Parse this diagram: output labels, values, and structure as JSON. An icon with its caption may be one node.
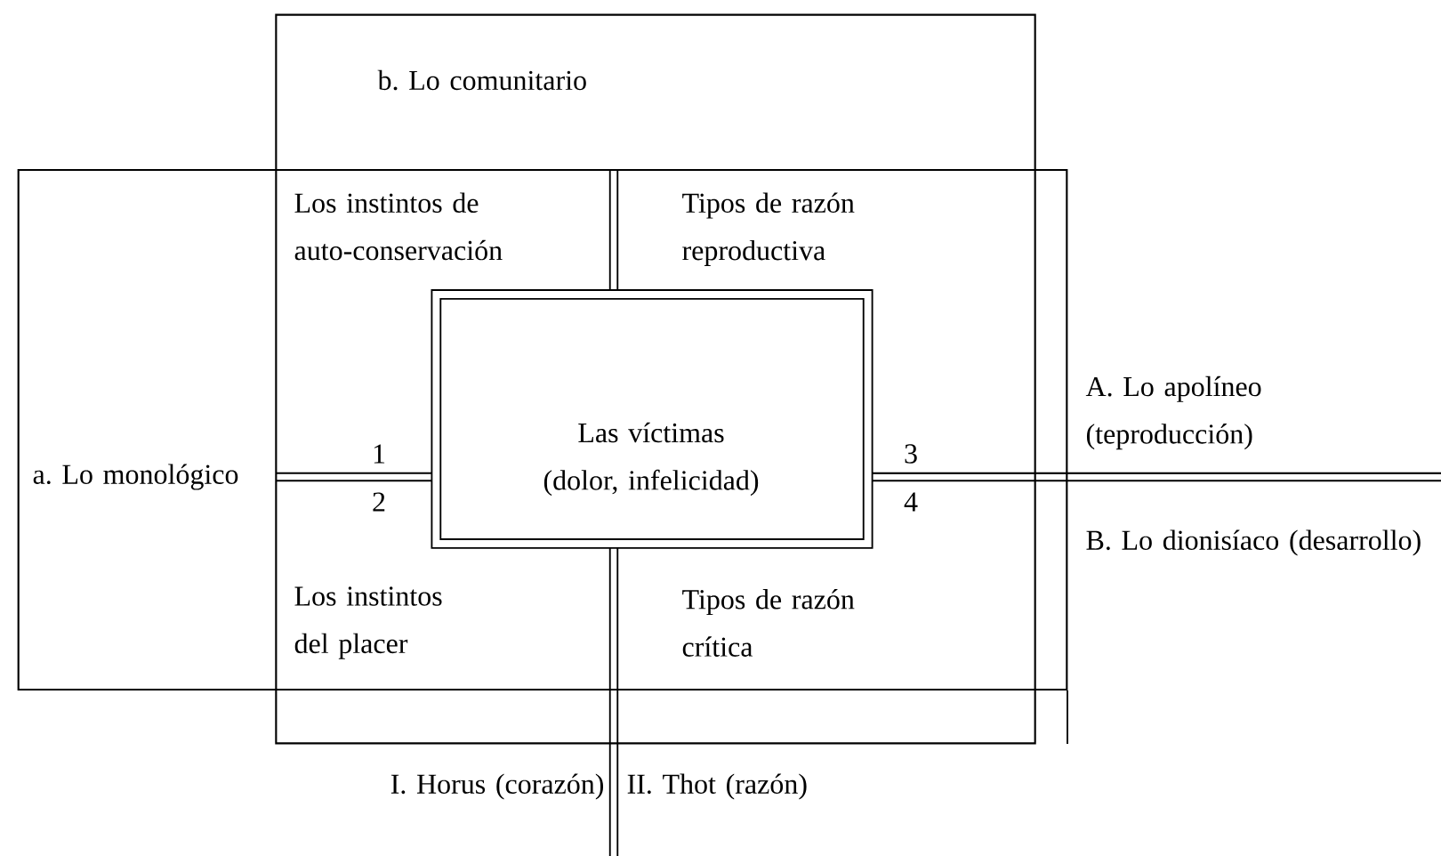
{
  "diagram": {
    "nodes": [
      {
        "text": [
          "b. Lo comunitario"
        ]
      },
      {
        "text": [
          "a. Lo monológico"
        ]
      },
      {
        "text": [
          "Las víctimas (dolor, infelicidad)"
        ]
      }
    ],
    "labels": [
      "Los instintos de auto-conservación",
      "Tipos de razón reproductiva",
      "A. Lo apolíneo (teproducción)",
      "1",
      "3",
      "2",
      "4",
      "B. Lo dionisíaco (desarrollo)",
      "Los instintos del placer",
      "Tipos de razón crítica",
      "I. Horus (corazón)",
      "II. Thot (razón)"
    ]
  }
}
